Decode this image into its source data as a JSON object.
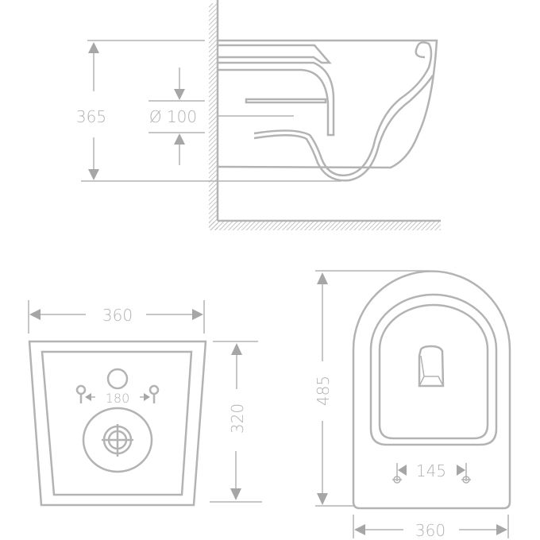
{
  "side_view": {
    "height_label": "365",
    "pipe_label": "Ø 100"
  },
  "front_view": {
    "width_label": "360",
    "height_label": "320",
    "bolt_spacing_label": "180"
  },
  "top_view": {
    "length_label": "485",
    "width_label": "360",
    "bolt_spacing_label": "145"
  },
  "colors": {
    "line": "#b3b3b3",
    "arrow": "#a6a6a6",
    "background": "#ffffff"
  }
}
